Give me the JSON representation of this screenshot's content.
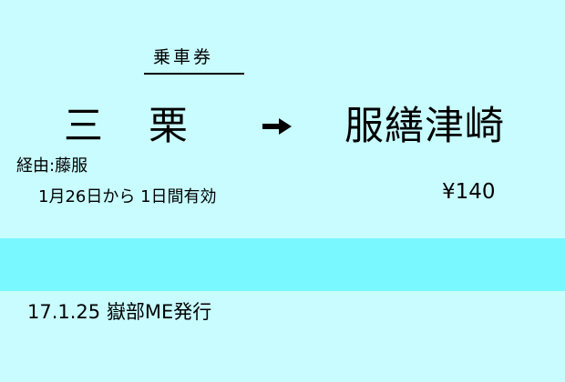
{
  "ticket": {
    "type_label": "乗車券",
    "from_station": "三栗",
    "to_station": "服繕津崎",
    "route": "経由:藤服",
    "validity": "1月26日から 1日間有効",
    "fare": "¥140",
    "issue_info": "17.1.25 嶽部ME発行"
  },
  "colors": {
    "background": "#c8fcff",
    "band": "#7af8ff",
    "text": "#000000"
  },
  "icons": {
    "direction": "arrow-right-icon"
  }
}
